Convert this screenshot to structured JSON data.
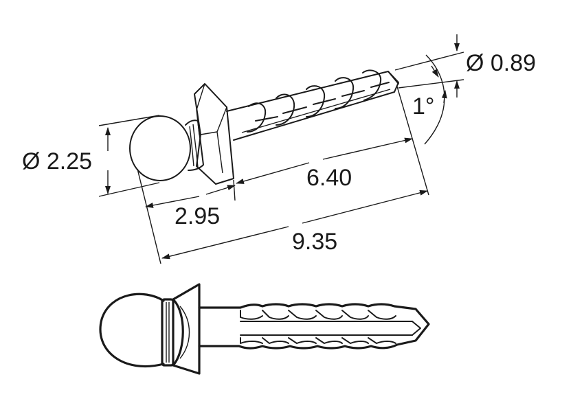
{
  "dimensions": {
    "head_diameter": "Ø 2.25",
    "shank_diameter": "Ø 0.89",
    "angle": "1°",
    "thread_length": "6.40",
    "head_length": "2.95",
    "total_length": "9.35"
  }
}
